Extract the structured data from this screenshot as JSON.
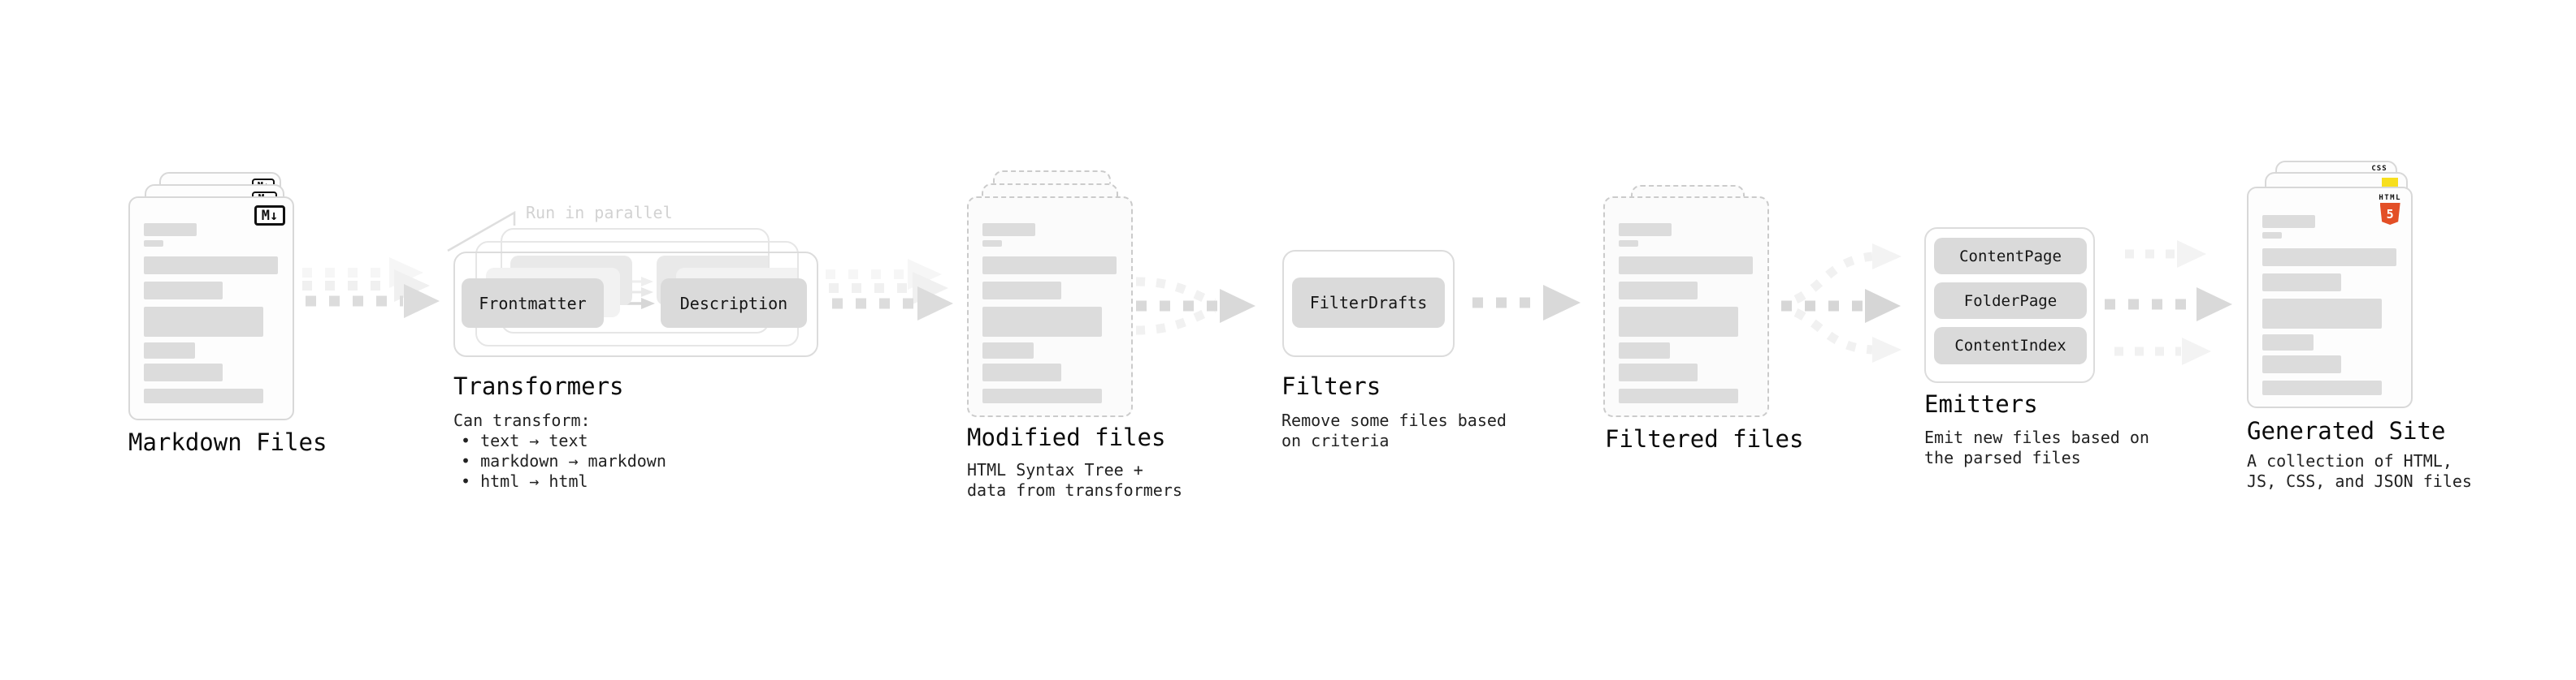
{
  "stages": {
    "markdown_files": {
      "title": "Markdown Files",
      "badge": "M↓"
    },
    "transformers": {
      "title": "Transformers",
      "annotation": "Run in parallel",
      "nodes": [
        "Frontmatter",
        "Description"
      ],
      "caption": {
        "heading": "Can transform:",
        "bullets": [
          "• text → text",
          "• markdown → markdown",
          "• html → html"
        ]
      }
    },
    "modified_files": {
      "title": "Modified files",
      "caption": [
        "HTML Syntax Tree +",
        "data from transformers"
      ]
    },
    "filters": {
      "title": "Filters",
      "nodes": [
        "FilterDrafts"
      ],
      "caption": [
        "Remove some files based",
        "on criteria"
      ]
    },
    "filtered_files": {
      "title": "Filtered files"
    },
    "emitters": {
      "title": "Emitters",
      "nodes": [
        "ContentPage",
        "FolderPage",
        "ContentIndex"
      ],
      "caption": [
        "Emit new files based on",
        "the parsed files"
      ]
    },
    "generated_site": {
      "title": "Generated Site",
      "caption": [
        "A collection of HTML,",
        "JS, CSS, and JSON files"
      ],
      "badges": {
        "html_label": "HTML",
        "html_number": "5",
        "css_label": "CSS"
      }
    }
  },
  "colors": {
    "html5_orange": "#e34f26",
    "js_yellow": "#f7df1e",
    "css_blue": "#2965f1",
    "placeholder_gray": "#dcdcdc",
    "arrow_gray": "#dcdcdc",
    "arrow_faint": "#f1f1f1",
    "annotation_gray": "#d2d2d2"
  }
}
